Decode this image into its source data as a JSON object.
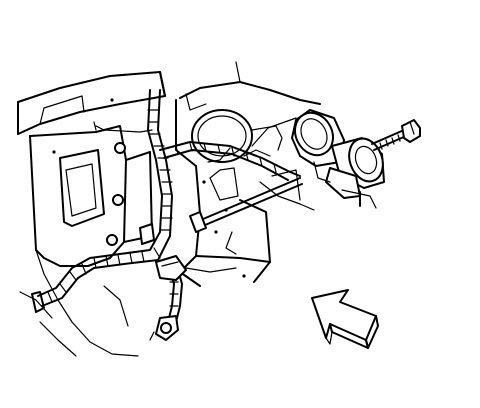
{
  "figure": {
    "line_color": "#000000",
    "background_color": "#ffffff",
    "parts": [
      "engine-compartment-bracket",
      "wiring-harness",
      "harness-connector",
      "ground-terminal",
      "horn",
      "mounting-bolt",
      "direction-arrow"
    ]
  }
}
